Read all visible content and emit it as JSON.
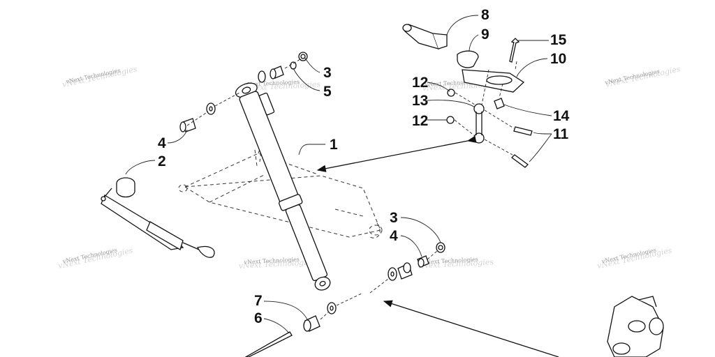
{
  "callouts": {
    "c1": "1",
    "c2": "2",
    "c3a": "3",
    "c3b": "3",
    "c4a": "4",
    "c4b": "4",
    "c5": "5",
    "c6": "6",
    "c7": "7",
    "c8": "8",
    "c9": "9",
    "c10": "10",
    "c11": "11",
    "c12a": "12",
    "c12b": "12",
    "c13": "13",
    "c14": "14",
    "c15": "15"
  },
  "watermark": "vNext Technologies"
}
